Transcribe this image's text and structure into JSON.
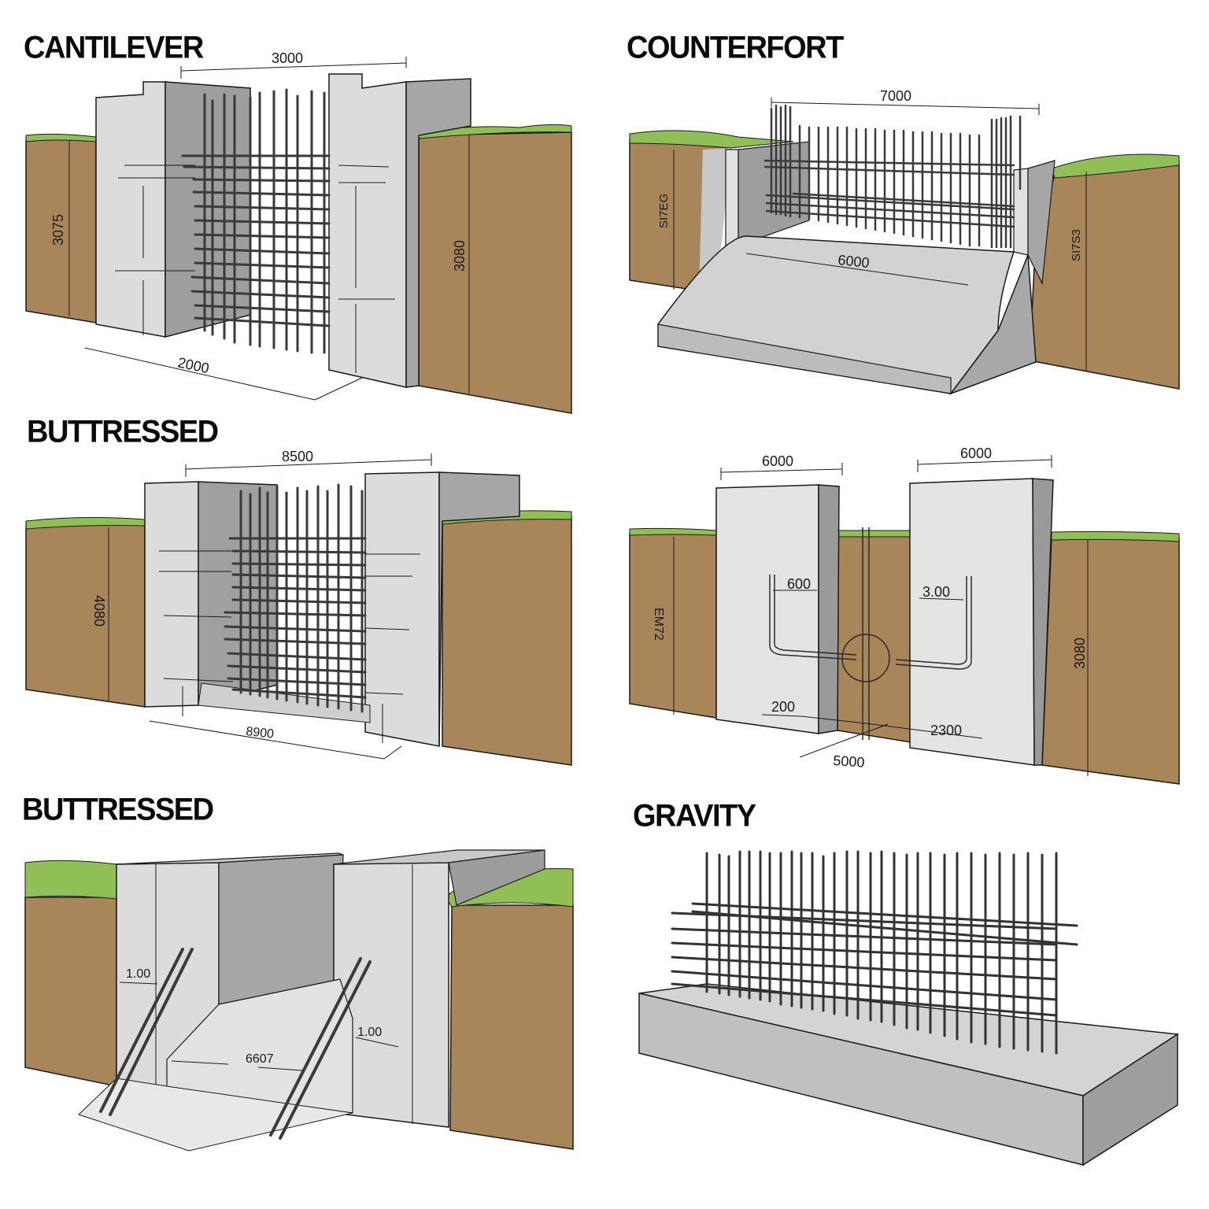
{
  "colors": {
    "soil": "#a8865a",
    "soil_dark": "#8a6a42",
    "grass": "#8fbf55",
    "concrete_light": "#dcdcdc",
    "concrete_mid": "#c4c4c4",
    "concrete_dark": "#9e9e9e",
    "rebar": "#3a3a3a",
    "outline": "#1a1a1a",
    "background": "#ffffff"
  },
  "panels": [
    {
      "id": "cantilever",
      "title": "CANTILEVER",
      "dimensions": {
        "top_width": "3000",
        "base_depth": "2000",
        "left_soil_height": "3075",
        "right_soil_height": "3080"
      }
    },
    {
      "id": "counterfort",
      "title": "COUNTERFORT",
      "dimensions": {
        "top_width": "7000",
        "slab_width": "6000",
        "left_soil_height": "SI7EG",
        "right_soil_height": "SI7S3"
      }
    },
    {
      "id": "buttressed-1",
      "title": "BUTTRESSED",
      "dimensions": {
        "top_width": "8500",
        "base_width": "8900",
        "left_soil_height": "4080"
      }
    },
    {
      "id": "untitled-walls",
      "title": "",
      "dimensions": {
        "left_wall_width": "6000",
        "right_wall_width": "6000",
        "left_pipe_offset": "600",
        "right_pipe_offset": "3.00",
        "left_base": "200",
        "right_base": "2300",
        "center_depth": "5000",
        "left_soil_height": "EM72",
        "right_soil_height": "3080"
      }
    },
    {
      "id": "buttressed-2",
      "title": "BUTTRESSED",
      "dimensions": {
        "left_offset": "1.00",
        "right_offset": "1.00",
        "center_width": "6607"
      }
    },
    {
      "id": "gravity",
      "title": "GRAVITY",
      "dimensions": {}
    }
  ]
}
